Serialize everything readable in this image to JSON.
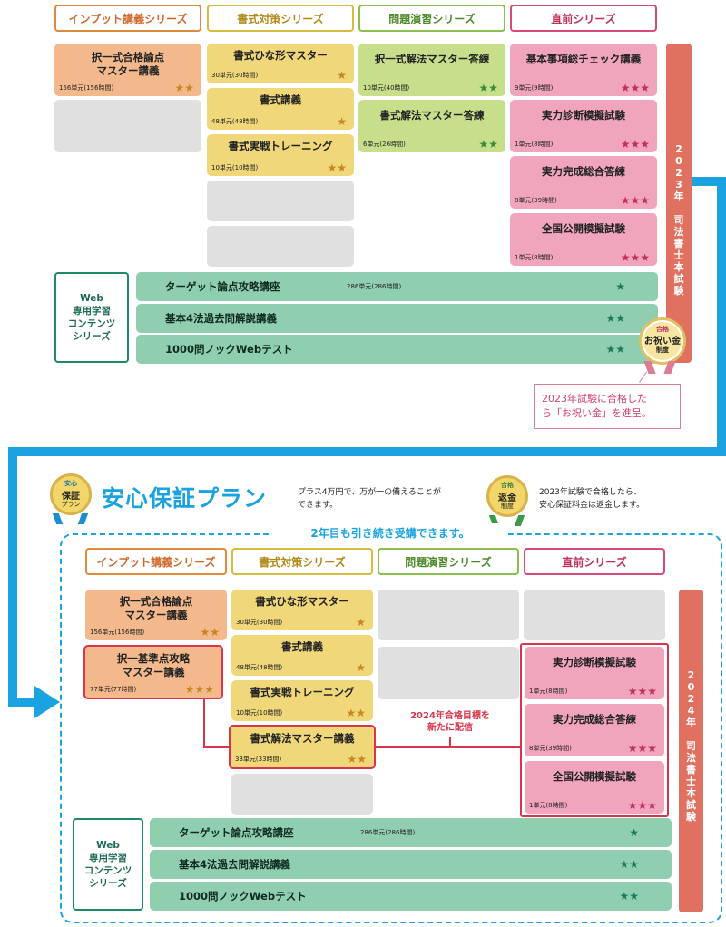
{
  "headers": [
    "インプット講義シリーズ",
    "書式対策シリーズ",
    "問題演習シリーズ",
    "直前シリーズ"
  ],
  "top": {
    "input": [
      {
        "title": "択一式合格論点\nマスター講義",
        "units": "156単元(156時間)",
        "stars": "★★"
      }
    ],
    "shoshiki": [
      {
        "title": "書式ひな形マスター",
        "units": "30単元(30時間)",
        "stars": "★"
      },
      {
        "title": "書式講義",
        "units": "48単元(48時間)",
        "stars": "★"
      },
      {
        "title": "書式実戦トレーニング",
        "units": "10単元(10時間)",
        "stars": "★★"
      }
    ],
    "mondai": [
      {
        "title": "択一式解法マスター答練",
        "units": "10単元(40時間)",
        "stars": "★★"
      },
      {
        "title": "書式解法マスター答練",
        "units": "6単元(26時間)",
        "stars": "★★"
      }
    ],
    "chokuzen": [
      {
        "title": "基本事項総チェック講義",
        "units": "9単元(9時間)",
        "stars": "★★★"
      },
      {
        "title": "実力診断模擬試験",
        "units": "1単元(8時間)",
        "stars": "★★★"
      },
      {
        "title": "実力完成総合答練",
        "units": "8単元(39時間)",
        "stars": "★★★"
      },
      {
        "title": "全国公開模擬試験",
        "units": "1単元(8時間)",
        "stars": "★★★"
      }
    ],
    "web_label": "Web\n専用学習\nコンテンツ\nシリーズ",
    "web": [
      {
        "title": "ターゲット論点攻略講座",
        "units": "286単元(286時間)",
        "stars": "★"
      },
      {
        "title": "基本4法過去問解説講義",
        "units": "",
        "stars": "★★"
      },
      {
        "title": "1000問ノックWebテスト",
        "units": "",
        "stars": "★★"
      }
    ],
    "exam": "2023年 司法書士本試験",
    "badge": {
      "small": "合格",
      "main": "お祝い金",
      "sub": "制度"
    },
    "callout": "2023年試験に合格した\nら「お祝い金」を進呈。"
  },
  "plan": {
    "badge": {
      "small": "安心",
      "main": "保証",
      "sub": "プラン"
    },
    "title": "安心保証プラン",
    "desc": "プラス4万円で、万が一の備えることが\nできます。",
    "badge2": {
      "small": "合格",
      "main": "返金",
      "sub": "制度"
    },
    "desc2": "2023年試験で合格したら、\n安心保証料金は返金します。",
    "subtitle": "2年目も引き続き受講できます。"
  },
  "bottom": {
    "input": [
      {
        "title": "択一式合格論点\nマスター講義",
        "units": "156単元(156時間)",
        "stars": "★★"
      },
      {
        "title": "択一基準点攻略\nマスター講義",
        "units": "77単元(77時間)",
        "stars": "★★★"
      }
    ],
    "shoshiki": [
      {
        "title": "書式ひな形マスター",
        "units": "30単元(30時間)",
        "stars": "★"
      },
      {
        "title": "書式講義",
        "units": "48単元(48時間)",
        "stars": "★"
      },
      {
        "title": "書式実戦トレーニング",
        "units": "10単元(10時間)",
        "stars": "★★"
      },
      {
        "title": "書式解法マスター講義",
        "units": "33単元(33時間)",
        "stars": "★★"
      }
    ],
    "chokuzen": [
      {
        "title": "実力診断模擬試験",
        "units": "1単元(8時間)",
        "stars": "★★★"
      },
      {
        "title": "実力完成総合答練",
        "units": "8単元(39時間)",
        "stars": "★★★"
      },
      {
        "title": "全国公開模擬試験",
        "units": "1単元(8時間)",
        "stars": "★★★"
      }
    ],
    "new_note": "2024年合格目標を\n新たに配信",
    "web_label": "Web\n専用学習\nコンテンツ\nシリーズ",
    "web": [
      {
        "title": "ターゲット論点攻略講座",
        "units": "286単元(286時間)",
        "stars": "★"
      },
      {
        "title": "基本4法過去問解説講義",
        "units": "",
        "stars": "★★"
      },
      {
        "title": "1000問ノックWebテスト",
        "units": "",
        "stars": "★★"
      }
    ],
    "exam": "2024年 司法書士本試験"
  },
  "colors": {
    "arrow": "#1aa3e0",
    "exam": "#e07060",
    "web": "#8fcfb0",
    "highlight": "#d8344a"
  }
}
